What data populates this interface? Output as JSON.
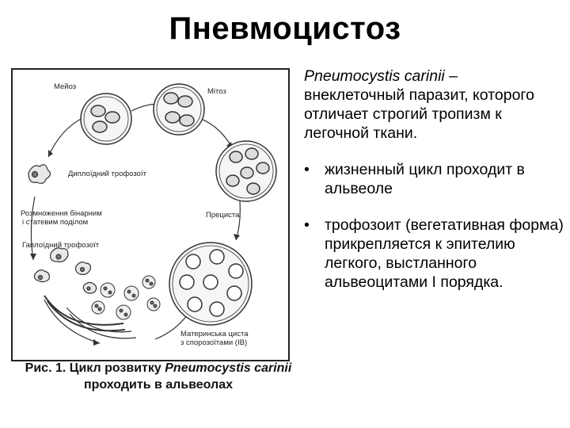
{
  "title": "Пневмоцистоз",
  "figure": {
    "labels": {
      "meioz": "Мейоз",
      "mitoz": "Мітоз",
      "diploid": "Диплоїдний трофозоїт",
      "reproduction_line1": "Розмноження бінарним",
      "reproduction_line2": "і статевим поділом",
      "haploid": "Гаплоїдний трофозоїт",
      "precyst": "Прециста",
      "mother_cyst_line1": "Материнська циста",
      "mother_cyst_line2": "з спорозоїтами (IB)"
    },
    "caption_line1_prefix": "Рис. 1. Цикл розвитку ",
    "caption_line1_species": "Pneumocystis carinii",
    "caption_line2": "проходить в альвеолах"
  },
  "text": {
    "species": "Pneumocystis carinii",
    "dash": " –",
    "intro": "внеклеточный паразит, которого отличает строгий тропизм к легочной ткани.",
    "bullet_symbol": "•",
    "bullets": [
      "жизненный цикл проходит в альвеоле",
      " трофозоит (вегетативная форма) прикрепляется к эпителию легкого, выстланного альвеоцитами I порядка."
    ]
  }
}
